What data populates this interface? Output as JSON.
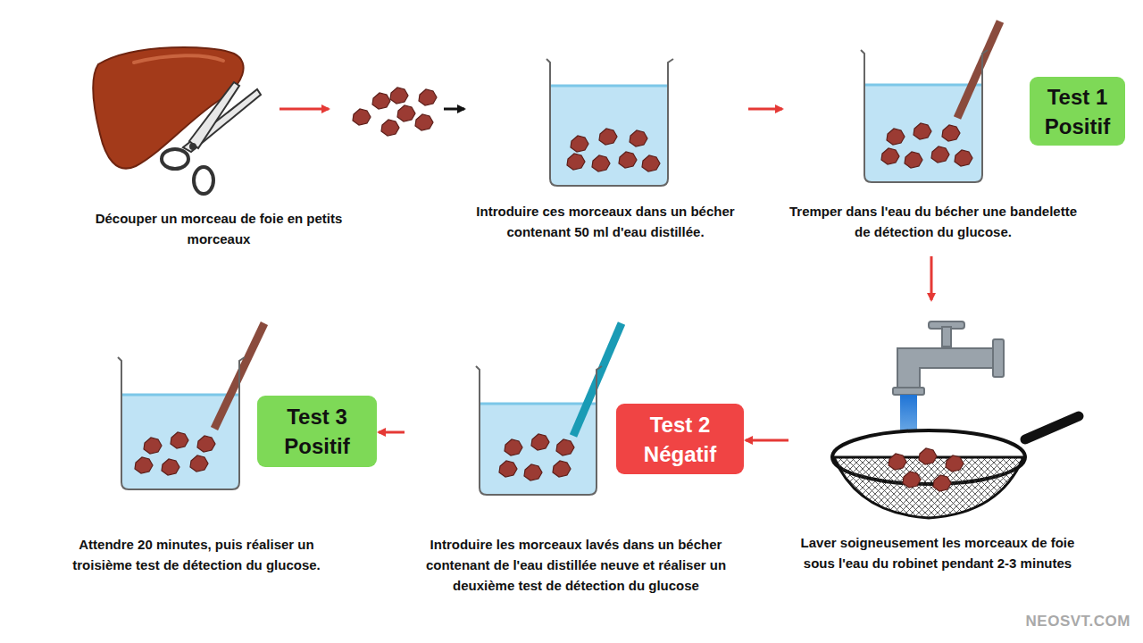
{
  "diagram": {
    "nodes": [
      {
        "text": [
          "Découper un morceau de foie en petits morceaux"
        ]
      },
      {
        "text": [
          "Introduire ces morceaux dans un bécher contenant 50 ml d'eau distillée."
        ]
      },
      {
        "text": [
          "Tremper dans l'eau du bécher une bandelette de détection du glucose."
        ]
      },
      {
        "text": [
          "Laver soigneusement les morceaux de foie sous l'eau du robinet pendant 2-3 minutes"
        ]
      },
      {
        "text": [
          "Introduire les morceaux lavés dans un bécher contenant de l'eau distillée neuve et réaliser un deuxième test de détection du glucose"
        ]
      },
      {
        "text": [
          "Attendre 20 minutes, puis réaliser un troisième test de détection du glucose."
        ]
      },
      {
        "text": [
          "Test 1 Positif"
        ],
        "in": 2
      },
      {
        "text": [
          "Test 2 Négatif"
        ],
        "in": 4
      },
      {
        "text": [
          "Test 3 Positif"
        ],
        "in": 5
      }
    ],
    "edges": [
      {
        "from": 0,
        "to": 1,
        "arrow": "to"
      },
      {
        "from": 1,
        "to": 2,
        "arrow": "to"
      },
      {
        "from": 2,
        "to": 3,
        "arrow": "to"
      },
      {
        "from": 3,
        "to": 4,
        "arrow": "to"
      },
      {
        "from": 4,
        "to": 5,
        "arrow": "to"
      }
    ],
    "labels": [
      "NEOSVT.COM"
    ]
  }
}
